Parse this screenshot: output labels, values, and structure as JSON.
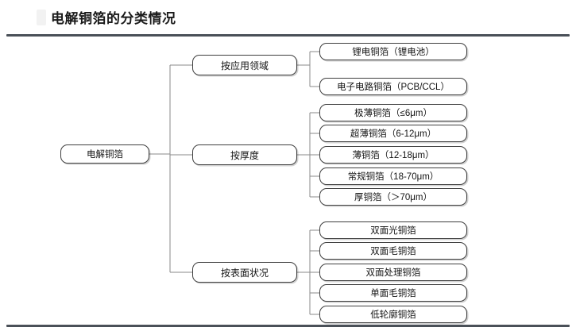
{
  "header": {
    "title": "电解铜箔的分类情况"
  },
  "diagram": {
    "type": "tree",
    "root": {
      "label": "电解铜箔"
    },
    "branches": [
      {
        "label": "按应用领域",
        "leaves": [
          "锂电铜箔（锂电池）",
          "电子电路铜箔（PCB/CCL）"
        ]
      },
      {
        "label": "按厚度",
        "leaves": [
          "极薄铜箔（≤6μm）",
          "超薄铜箔（6-12μm）",
          "薄铜箔（12-18μm）",
          "常规铜箔（18-70μm）",
          "厚铜箔（＞70μm）"
        ]
      },
      {
        "label": "按表面状况",
        "leaves": [
          "双面光铜箔",
          "双面毛铜箔",
          "双面处理铜箔",
          "单面毛铜箔",
          "低轮廓铜箔"
        ]
      }
    ]
  },
  "colors": {
    "rule": "#4a5058",
    "node_border": "#3f3f3f",
    "connector": "#8a8a8a",
    "text": "#141414",
    "background": "#ffffff"
  }
}
